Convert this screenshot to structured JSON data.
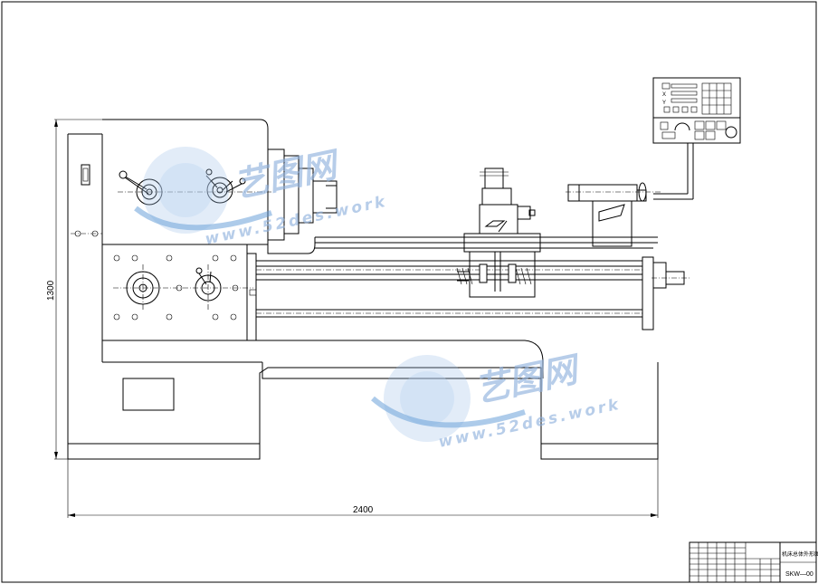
{
  "drawing": {
    "dimensions": {
      "height": "1300",
      "length": "2400"
    },
    "control_panel": {
      "axis_x": "X",
      "axis_y": "Y"
    },
    "title_block": {
      "name": "机床总体外形图",
      "code": "SKW—00"
    },
    "watermark": {
      "brand": "艺图网",
      "url": "www.52des.work"
    }
  }
}
